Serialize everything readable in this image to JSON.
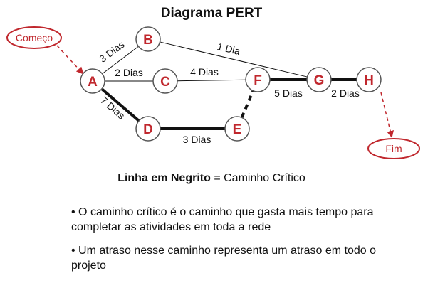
{
  "title": "Diagrama PERT",
  "colors": {
    "accent": "#c0272d",
    "line": "#111111",
    "node_stroke": "#555555"
  },
  "start_label": "Começo",
  "end_label": "Fim",
  "nodes": [
    {
      "id": "A",
      "label": "A"
    },
    {
      "id": "B",
      "label": "B"
    },
    {
      "id": "C",
      "label": "C"
    },
    {
      "id": "D",
      "label": "D"
    },
    {
      "id": "E",
      "label": "E"
    },
    {
      "id": "F",
      "label": "F"
    },
    {
      "id": "G",
      "label": "G"
    },
    {
      "id": "H",
      "label": "H"
    }
  ],
  "edges": [
    {
      "from": "A",
      "to": "B",
      "label": "3 Dias",
      "style": "thin"
    },
    {
      "from": "B",
      "to": "G",
      "label": "1 Dia",
      "style": "thin"
    },
    {
      "from": "A",
      "to": "C",
      "label": "2 Dias",
      "style": "thin"
    },
    {
      "from": "C",
      "to": "F",
      "label": "4 Dias",
      "style": "thin"
    },
    {
      "from": "A",
      "to": "D",
      "label": "7 Dias",
      "style": "bold"
    },
    {
      "from": "D",
      "to": "E",
      "label": "3 Dias",
      "style": "bold"
    },
    {
      "from": "E",
      "to": "F",
      "label": "",
      "style": "dashed"
    },
    {
      "from": "F",
      "to": "G",
      "label": "5 Dias",
      "style": "bold"
    },
    {
      "from": "G",
      "to": "H",
      "label": "2 Dias",
      "style": "bold"
    }
  ],
  "legend": {
    "bold_part": "Linha em Negrito",
    "rest": " = Caminho Crítico"
  },
  "bullets": [
    "•  O caminho crítico é o caminho que gasta mais tempo para completar as atividades em toda a rede",
    "•  Um atraso nesse caminho representa um atraso em todo o projeto"
  ]
}
